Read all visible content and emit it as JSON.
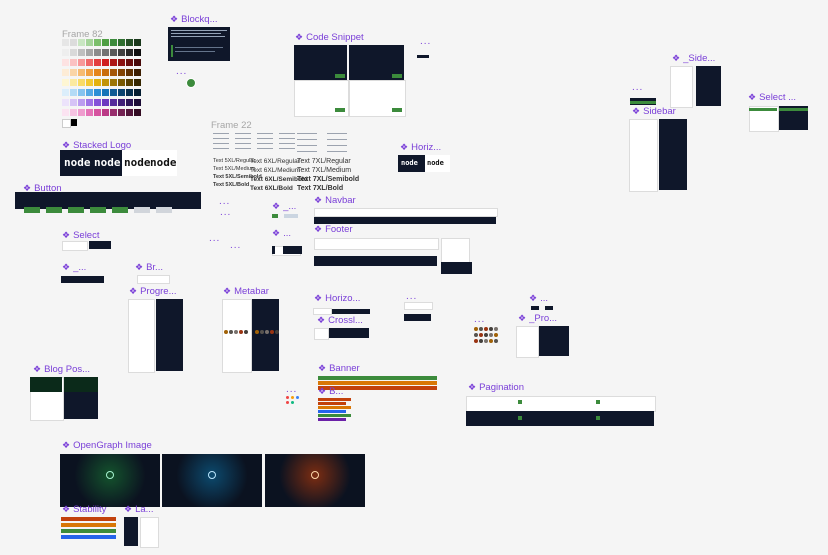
{
  "canvas": {
    "background": "#f5f5f5",
    "accent": "#7a3fd8"
  },
  "frames": {
    "frame82": "Frame 82",
    "frame22": "Frame 22"
  },
  "components": {
    "blockquote": "Blockq...",
    "code_snippet": "Code Snippet",
    "side": "_Side...",
    "select_top": "Select ...",
    "sidebar": "Sidebar",
    "stacked_logo": "Stacked Logo",
    "horiz": "Horiz...",
    "button": "Button",
    "navbar": "Navbar",
    "select": "Select",
    "footer": "Footer",
    "br": "Br...",
    "progre": "Progre...",
    "metabar": "Metabar",
    "horizo": "Horizo...",
    "crossl": "Crossl...",
    "pro": "_Pro...",
    "banner": "Banner",
    "b": "B...",
    "blog_pos": "Blog Pos...",
    "pagination": "Pagination",
    "opengraph": "OpenGraph Image",
    "stability": "Stability",
    "la": "La..."
  },
  "text_styles": {
    "col1": [
      "Text 5XL/Regular",
      "Text 5XL/Medium",
      "Text 5XL/Semibold",
      "Text 5XL/Bold"
    ],
    "col2": [
      "Text 6XL/Regular",
      "Text 6XL/Medium",
      "Text 6XL/Semibold",
      "Text 6XL/Bold"
    ],
    "col3": [
      "Text 7XL/Regular",
      "Text 7XL/Medium",
      "Text 7XL/Semibold",
      "Text 7XL/Bold"
    ]
  },
  "logo": {
    "word": "node"
  },
  "colors": {
    "green": "#3c8b3c",
    "dark": "#0f172a",
    "banner_green": "#3c8b3c",
    "banner_orange": "#d97706",
    "banner_red": "#c2410c"
  },
  "swatches": [
    [
      "#e6e6e6",
      "#dcdcdc",
      "#c9e6c2",
      "#a5d49a",
      "#7bbf6b",
      "#4f9f44",
      "#3c8b3c",
      "#2f6f30",
      "#244f25",
      "#1a381b"
    ],
    [
      "#eeeeee",
      "#d9d9d9",
      "#bfbfbf",
      "#a6a6a6",
      "#8c8c8c",
      "#737373",
      "#595959",
      "#404040",
      "#262626",
      "#0d0d0d"
    ],
    [
      "#fde2e2",
      "#fbc2c2",
      "#f79999",
      "#f06868",
      "#e33d3d",
      "#cf1f1f",
      "#ad1616",
      "#8a1212",
      "#680d0d",
      "#470909"
    ],
    [
      "#fdecd6",
      "#fad5a6",
      "#f6bb72",
      "#f1a042",
      "#e5851b",
      "#c96d0d",
      "#a55708",
      "#814305",
      "#5e3003",
      "#3c1e02"
    ],
    [
      "#fef6d3",
      "#fcea9f",
      "#f9db67",
      "#f3c934",
      "#e3b10e",
      "#c29307",
      "#9c7504",
      "#785902",
      "#553f01",
      "#342600"
    ],
    [
      "#dbeefb",
      "#b3dbf6",
      "#85c3ef",
      "#55a9e5",
      "#2b8fd6",
      "#1673b8",
      "#0f5b94",
      "#0a4470",
      "#062f4e",
      "#031c2f"
    ],
    [
      "#ece3fb",
      "#d6c3f6",
      "#bb9cef",
      "#9f73e6",
      "#8452d8",
      "#6b3ac0",
      "#552c9c",
      "#402078",
      "#2c1556",
      "#1a0b35"
    ],
    [
      "#fbe3f1",
      "#f6c3e2",
      "#ef9cce",
      "#e573b7",
      "#d6529f",
      "#bb3a86",
      "#972d6c",
      "#732152",
      "#52163a",
      "#320b22"
    ]
  ],
  "stability_colors": [
    "#c2410c",
    "#d97706",
    "#3c8b3c",
    "#2563eb"
  ],
  "dot_colors": [
    "#ef4444",
    "#f59e0b",
    "#3b82f6",
    "#ef4444",
    "#10b981"
  ]
}
